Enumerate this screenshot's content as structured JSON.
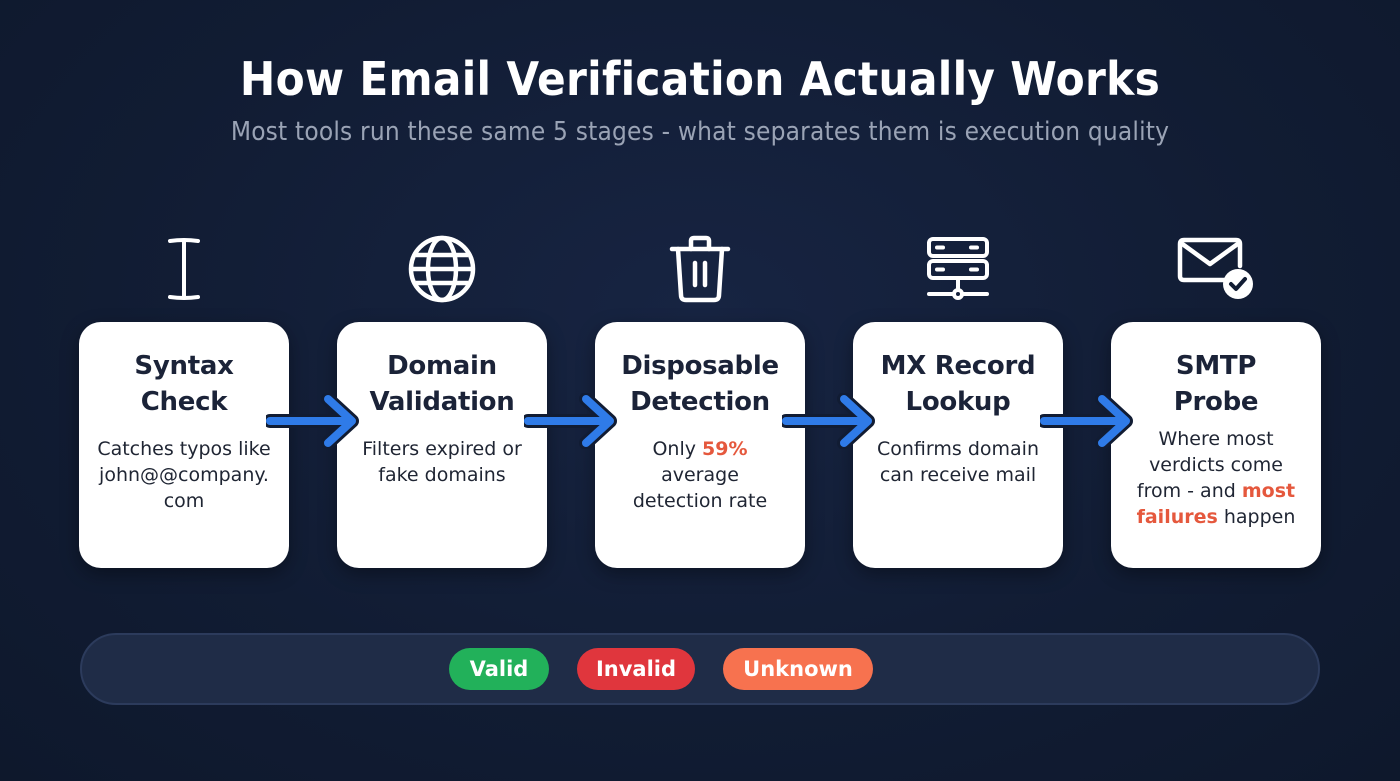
{
  "header": {
    "title": "How Email Verification Actually Works",
    "subtitle": "Most tools run these same 5 stages - what separates them is execution quality"
  },
  "stages": [
    {
      "icon": "text-cursor-icon",
      "title_line1": "Syntax",
      "title_line2": "Check",
      "desc": "Catches typos like john@@company. com"
    },
    {
      "icon": "globe-icon",
      "title_line1": "Domain",
      "title_line2": "Validation",
      "desc": "Filters expired or fake domains"
    },
    {
      "icon": "trash-icon",
      "title_line1": "Disposable",
      "title_line2": "Detection",
      "desc_prefix": "Only ",
      "desc_highlight": "59%",
      "desc_suffix": " average detection rate"
    },
    {
      "icon": "server-network-icon",
      "title_line1": "MX Record",
      "title_line2": "Lookup",
      "desc": "Confirms domain can receive mail"
    },
    {
      "icon": "mail-check-icon",
      "title_line1": "SMTP",
      "title_line2": "Probe",
      "desc_prefix": "Where most verdicts come from - and ",
      "desc_highlight": "most failures",
      "desc_suffix": " happen"
    }
  ],
  "legend": {
    "valid": "Valid",
    "invalid": "Invalid",
    "unknown": "Unknown"
  },
  "colors": {
    "background": "#111c33",
    "arrow": "#2f7be8",
    "highlight": "#e5583d",
    "valid": "#22b15a",
    "invalid": "#e0363d",
    "unknown": "#f7724f"
  }
}
